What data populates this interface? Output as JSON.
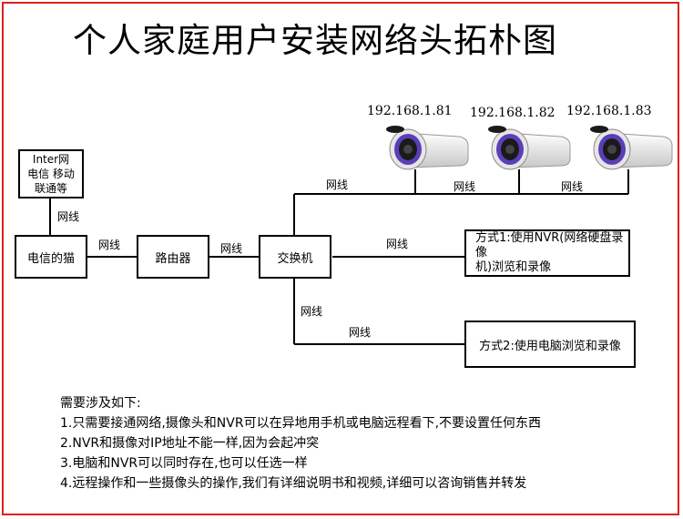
{
  "title": "个人家庭用户安装网络头拓朴图",
  "nodes": {
    "internet": "Inter网\n电信 移动\n联通等",
    "modem": "电信的猫",
    "router": "路由器",
    "switch": "交换机",
    "method1": "方式1:使用NVR(网络硬盘录像\n机)浏览和录像",
    "method2": "方式2:使用电脑浏览和录像"
  },
  "cameras": [
    {
      "ip": "192.168.1.81",
      "icon": "camera-icon"
    },
    {
      "ip": "192.168.1.82",
      "icon": "camera-icon"
    },
    {
      "ip": "192.168.1.83",
      "icon": "camera-icon"
    }
  ],
  "link_label": "网线",
  "notes": {
    "heading": "需要涉及如下:",
    "items": [
      "1.只需要接通网络,摄像头和NVR可以在异地用手机或电脑远程看下,不要设置任何东西",
      "2.NVR和摄像对IP地址不能一样,因为会起冲突",
      "3.电脑和NVR可以同时存在,也可以任选一样",
      "4.远程操作和一些摄像头的操作,我们有详细说明书和视频,详细可以咨询销售并转发"
    ]
  },
  "colors": {
    "border": "#e02020",
    "camera_body": "#f2f2f2",
    "camera_lens": "#6a5acd"
  }
}
